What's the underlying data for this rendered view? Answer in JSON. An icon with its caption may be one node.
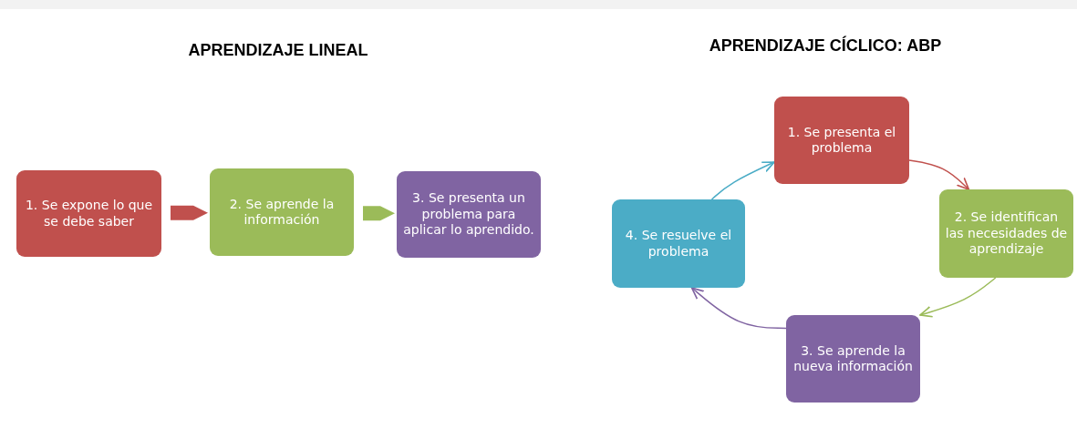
{
  "diagram": {
    "nodes": [
      {
        "text": [
          "1. Se expone lo que se debe saber"
        ]
      },
      {
        "text": [
          "2. Se aprende la información"
        ]
      },
      {
        "text": [
          "3. Se presenta un problema para aplicar lo aprendido."
        ]
      },
      {
        "text": [
          "1. Se presenta el problema"
        ]
      },
      {
        "text": [
          "2. Se identifican las necesidades de aprendizaje"
        ]
      },
      {
        "text": [
          "3. Se aprende la nueva información"
        ]
      },
      {
        "text": [
          "4. Se resuelve el problema"
        ]
      }
    ],
    "edges": [
      {
        "from": 0,
        "to": 1,
        "arrow": "to",
        "style": "thick",
        "color": "#c0504d"
      },
      {
        "from": 1,
        "to": 2,
        "arrow": "to",
        "style": "thick",
        "color": "#9bbb59"
      },
      {
        "from": 3,
        "to": 4,
        "arrow": "to",
        "color": "#c0504d"
      },
      {
        "from": 4,
        "to": 5,
        "arrow": "to",
        "color": "#9bbb59"
      },
      {
        "from": 5,
        "to": 6,
        "arrow": "to",
        "color": "#8064a2"
      },
      {
        "from": 6,
        "to": 3,
        "arrow": "to",
        "color": "#4bacc6"
      }
    ],
    "labels": [
      "APRENDIZAJE LINEAL",
      "APRENDIZAJE CÍCLICO: ABP"
    ]
  }
}
